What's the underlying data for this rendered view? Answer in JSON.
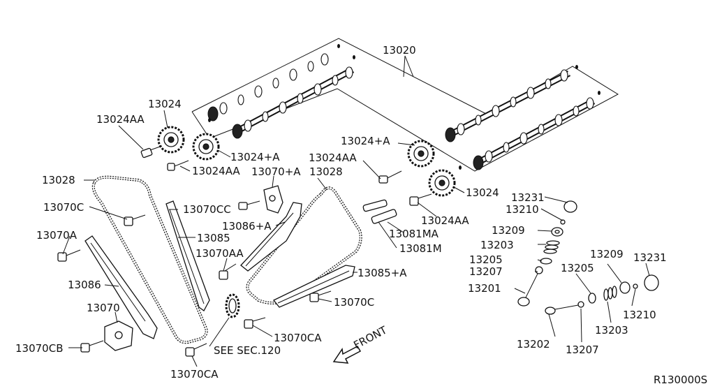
{
  "labels": {
    "p13020": "13020",
    "p13024_top": "13024",
    "p13024AA_top": "13024AA",
    "p13024A_left": "13024+A",
    "p13024AA_left": "13024AA",
    "p13024A_right": "13024+A",
    "p13024AA_right_top": "13024AA",
    "p13024_right": "13024",
    "p13024AA_right_bot": "13024AA",
    "p13028_left": "13028",
    "p13028_right": "13028",
    "p13070A_mid": "13070+A",
    "p13070C_left": "13070C",
    "p13070CC": "13070CC",
    "p13085": "13085",
    "p13086A": "13086+A",
    "p13070A": "13070A",
    "p13070AA": "13070AA",
    "p13086": "13086",
    "p13070": "13070",
    "p13070CB": "13070CB",
    "p13070CA_bot": "13070CA",
    "p13070CA_mid": "13070CA",
    "p13070C_mid": "13070C",
    "p13085A": "13085+A",
    "p13081MA": "13081MA",
    "p13081M": "13081M",
    "p13231_top": "13231",
    "p13210_top": "13210",
    "p13209_left": "13209",
    "p13203_left": "13203",
    "p13205_left": "13205",
    "p13207_left": "13207",
    "p13201": "13201",
    "p13209_right": "13209",
    "p13231_right": "13231",
    "p13205_right": "13205",
    "p13210_right": "13210",
    "p13203_right": "13203",
    "p13202": "13202",
    "p13207_right": "13207",
    "see_sec": "SEE SEC.120",
    "front": "FRONT",
    "ref_code": "R130000S"
  }
}
